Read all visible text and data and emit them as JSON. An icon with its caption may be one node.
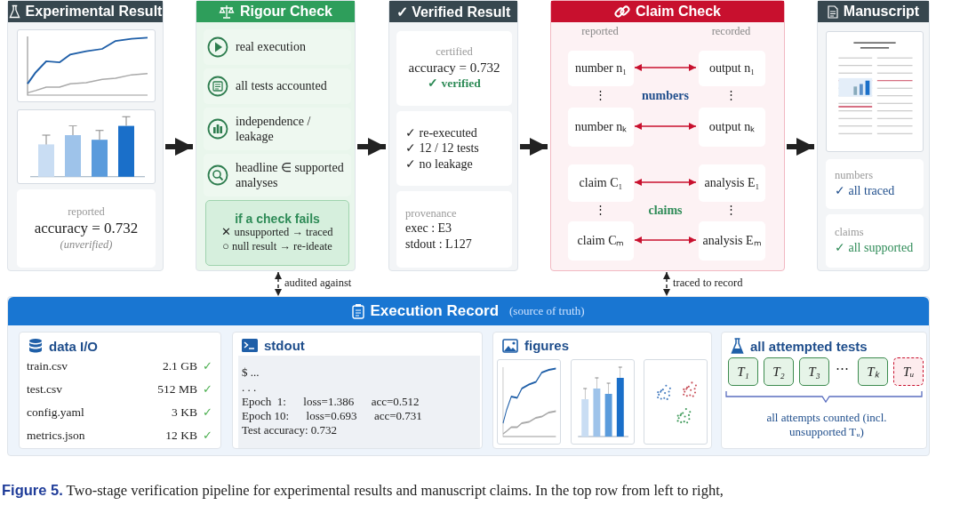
{
  "diagram": {
    "caption": "**Figure 5.** Two-stage verification pipeline for experimental results and manuscript claims. In the top row from left to right,",
    "nodes": [
      {
        "text": [
          "Experimental Result"
        ]
      },
      {
        "text": [],
        "shape": "picture",
        "in": 0
      },
      {
        "text": [],
        "shape": "picture",
        "in": 0
      },
      {
        "text": [
          "reported",
          "accuracy = 0.732",
          "(unverified)"
        ],
        "in": 0
      },
      {
        "text": [
          "Rigour Check"
        ]
      },
      {
        "text": [
          "real execution"
        ],
        "in": 4
      },
      {
        "text": [
          "all tests accounted"
        ],
        "in": 4
      },
      {
        "text": [
          "independence / leakage"
        ],
        "in": 4
      },
      {
        "text": [
          "headline ∈ supported analyses"
        ],
        "in": 4
      },
      {
        "text": [
          "if a check fails",
          "✕ unsupported → traced",
          "○ null result → re-ideate"
        ],
        "in": 4
      },
      {
        "text": [
          "✓ Verified Result"
        ]
      },
      {
        "text": [
          "certified",
          "accuracy = 0.732",
          "✓ verified"
        ],
        "in": 10
      },
      {
        "text": [
          "✓ re-executed",
          "✓ 12 / 12 tests",
          "✓ no leakage"
        ],
        "in": 10
      },
      {
        "text": [
          "provenance",
          "exec : E3",
          "stdout : L127"
        ],
        "in": 10
      },
      {
        "text": [
          "Claim Check"
        ]
      },
      {
        "text": [
          "number n₁"
        ],
        "in": 14
      },
      {
        "text": [
          "output n₁"
        ],
        "in": 14
      },
      {
        "text": [
          "number nₖ"
        ],
        "in": 14
      },
      {
        "text": [
          "output nₖ"
        ],
        "in": 14
      },
      {
        "text": [
          "claim C₁"
        ],
        "in": 14
      },
      {
        "text": [
          "analysis E₁"
        ],
        "in": 14
      },
      {
        "text": [
          "claim Cₘ"
        ],
        "in": 14
      },
      {
        "text": [
          "analysis Eₘ"
        ],
        "in": 14
      },
      {
        "text": [
          "Manuscript"
        ]
      },
      {
        "text": [],
        "shape": "picture",
        "in": 23
      },
      {
        "text": [
          "numbers",
          "✓ all traced"
        ],
        "in": 23
      },
      {
        "text": [
          "claims",
          "✓ all supported"
        ],
        "in": 23
      },
      {
        "text": [
          "Execution Record",
          "(source of truth)"
        ]
      },
      {
        "text": [
          "data I/O"
        ],
        "in": 27
      },
      {
        "text": [
          "stdout"
        ],
        "in": 27
      },
      {
        "text": [
          "$ ...",
          ". . .",
          "Epoch  1:      loss=1.386      acc=0.512",
          "Epoch 10:      loss=0.693      acc=0.731",
          "Test accuracy: 0.732"
        ],
        "in": 29
      },
      {
        "text": [
          "figures"
        ],
        "in": 27
      },
      {
        "text": [],
        "shape": "picture",
        "in": 31
      },
      {
        "text": [],
        "shape": "picture",
        "in": 31
      },
      {
        "text": [],
        "shape": "picture",
        "in": 31
      },
      {
        "text": [
          "all attempted tests"
        ],
        "in": 27
      },
      {
        "text": [
          "T₁"
        ],
        "in": 35
      },
      {
        "text": [
          "T₂"
        ],
        "in": 35
      },
      {
        "text": [
          "T₃"
        ],
        "in": 35
      },
      {
        "text": [
          "Tₖ"
        ],
        "in": 35
      },
      {
        "text": [
          "Tᵤ"
        ],
        "in": 35
      }
    ],
    "edges": [
      {
        "from": 0,
        "to": 4,
        "arrow": "to",
        "style": "thick"
      },
      {
        "from": 4,
        "to": 10,
        "arrow": "to",
        "style": "thick"
      },
      {
        "from": 10,
        "to": 14,
        "arrow": "to",
        "style": "thick"
      },
      {
        "from": 14,
        "to": 23,
        "arrow": "to",
        "style": "thick"
      },
      {
        "from": 15,
        "to": 16,
        "arrow": "both",
        "color": "#c8102e"
      },
      {
        "from": 17,
        "to": 18,
        "arrow": "both",
        "color": "#c8102e"
      },
      {
        "from": 19,
        "to": 20,
        "arrow": "both",
        "color": "#c8102e"
      },
      {
        "from": 21,
        "to": 22,
        "arrow": "both",
        "color": "#c8102e"
      },
      {
        "from": 4,
        "to": 27,
        "label": "audited against",
        "arrow": "both",
        "style": "dashed"
      },
      {
        "from": 14,
        "to": 27,
        "label": "traced to record",
        "arrow": "both",
        "style": "dashed"
      }
    ],
    "labels": [
      "reported",
      "recorded",
      "⋮",
      "numbers",
      "⋮",
      "⋮",
      "claims",
      "⋮",
      "train.csv",
      "2.1 GB",
      "✓",
      "test.csv",
      "512 MB",
      "✓",
      "config.yaml",
      "3 KB",
      "✓",
      "metrics.json",
      "12 KB",
      "✓",
      "⋯",
      "all attempts counted (incl. unsupported Tᵤ)"
    ]
  }
}
